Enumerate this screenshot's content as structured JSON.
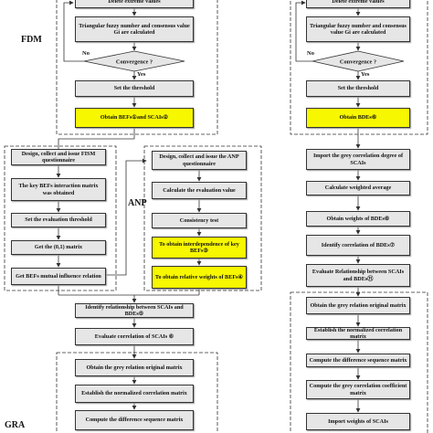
{
  "sections": {
    "fdm": "FDM",
    "anp": "ANP",
    "gra": "GRA"
  },
  "left_fdm": {
    "delete": "Delete extreme values",
    "tri": "Triangular fuzzy number and consensus value Gi are calculated",
    "conv": "Convergence ?",
    "no": "No",
    "yes": "Yes",
    "threshold": "Set the threshold",
    "obtain": "Obtain BEFs①and SCAIs②"
  },
  "right_fdm": {
    "delete": "Delete extreme values",
    "tri": "Triangular fuzzy number and consensus value Gi are calculated",
    "conv": "Convergence ?",
    "no": "No",
    "yes": "Yes",
    "threshold": "Set the threshold",
    "obtain": "Obtain BDEs⑥"
  },
  "fism": {
    "design": "Design, collect and issue FISM questionnaire",
    "matrix": "The key BEFs interaction matrix was obtained",
    "eval_threshold": "Set the evaluation threshold",
    "zero_one": "Get the (0,1) matrix",
    "mutual": "Get BEFs mutual influence relation"
  },
  "anp": {
    "design": "Design, collect and issue the ANP questionnaire",
    "calc": "Calculate the evaluation value",
    "consistency": "Consistency test",
    "interdep": "To obtain interdependence of key BEFs③",
    "weights": "To obtain relative weights of BEFs④"
  },
  "right_mid": {
    "import": "Import the grey correlation degree of SCAIs",
    "weighted": "Calculate weighted average",
    "obtain_w": "Obtain weights of BDEs⑥",
    "identify": "Identify correlation of BDEs⑦",
    "evaluate": "Evaluate Relationship between SCAIs and BDEs⑪"
  },
  "mid_left": {
    "identify": "Identify relationship between SCAIs and BDEs⑤",
    "evaluate": "Evaluate correlation of SCAIs ⑥"
  },
  "gra_left": {
    "original": "Obtain the grey relation original matrix",
    "normalized": "Establish the normalized correlation matrix",
    "difference": "Compute the difference sequence matrix"
  },
  "gra_right": {
    "original": "Obtain the grey relation original matrix",
    "normalized": "Establish the normalized correlation matrix",
    "difference": "Compute the difference sequence matrix",
    "coefficient": "Compute the grey correlation coefficient matrix",
    "import_w": "Import weights of SCAIs"
  },
  "colors": {
    "box_fill": "#e6e6e6",
    "highlight": "#f7f700",
    "line": "#333333"
  }
}
